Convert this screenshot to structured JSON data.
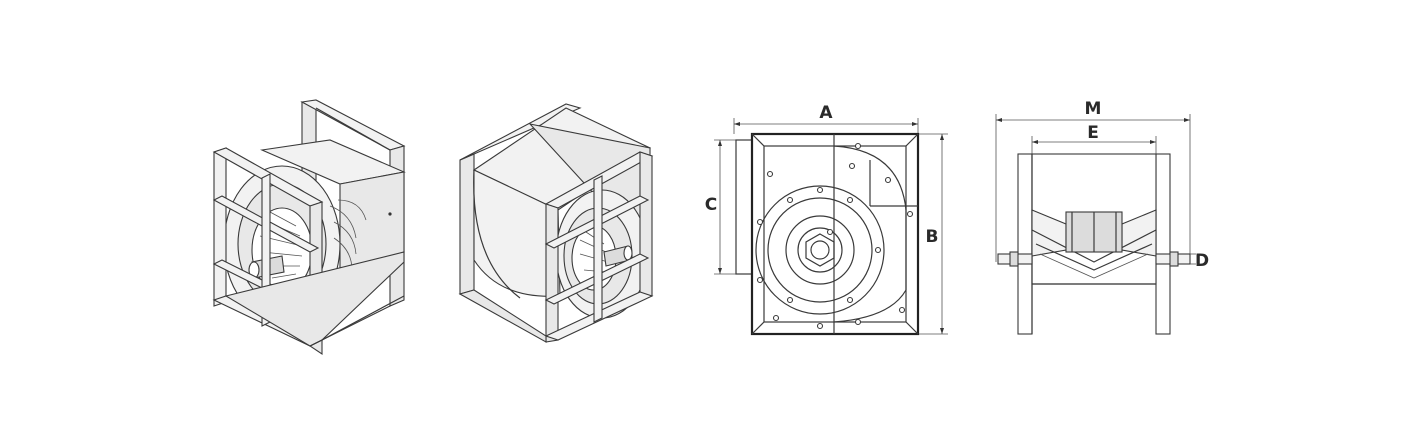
{
  "dimension_labels": {
    "a": "A",
    "b": "B",
    "c": "C",
    "d": "D",
    "e": "E",
    "m": "M"
  }
}
